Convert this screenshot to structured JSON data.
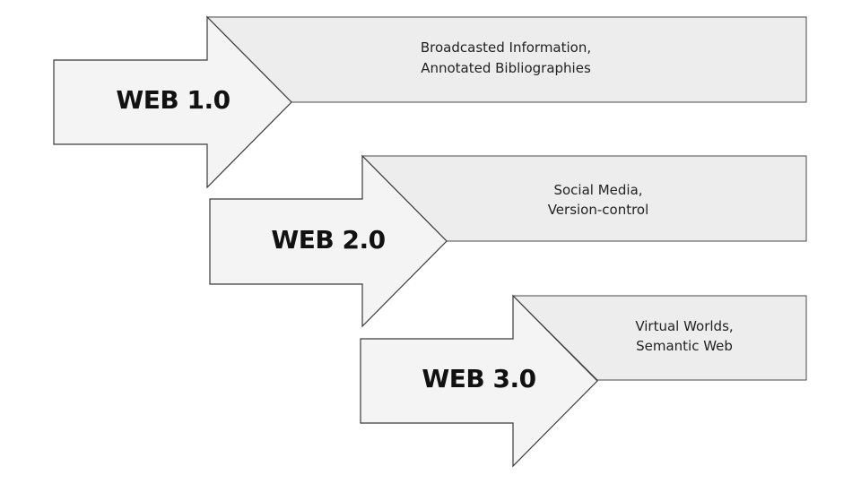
{
  "stages": [
    {
      "label": "WEB 1.0",
      "description": [
        "Broadcasted Information,",
        "Annotated Bibliographies"
      ]
    },
    {
      "label": "WEB 2.0",
      "description": [
        "Social Media,",
        "Version-control"
      ]
    },
    {
      "label": "WEB 3.0",
      "description": [
        "Virtual Worlds,",
        "Semantic Web"
      ]
    }
  ]
}
